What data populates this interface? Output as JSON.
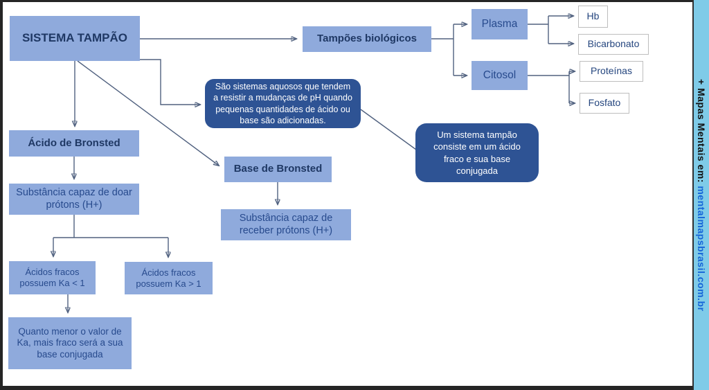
{
  "diagram": {
    "title": "SISTEMA TAMPÃO",
    "nodes": {
      "sistema_tampao": "SISTEMA TAMPÃO",
      "tampoes_biologicos": "Tampões biológicos",
      "plasma": "Plasma",
      "citosol": "Citosol",
      "hb": "Hb",
      "bicarbonato": "Bicarbonato",
      "proteinas": "Proteínas",
      "fosfato": "Fosfato",
      "definicao": "São sistemas aquosos que tendem a resistir a mudanças de pH quando pequenas quantidades de ácido ou base são adicionadas.",
      "composicao": "Um sistema tampão consiste em um ácido fraco e sua base conjugada",
      "acido_bronsted": "Ácido de Bronsted",
      "acido_def": "Substância capaz de doar prótons (H+)",
      "ka_menor": "Ácidos fracos possuem Ka < 1",
      "ka_maior": "Ácidos fracos possuem Ka > 1",
      "ka_nota": "Quanto menor o valor de Ka, mais fraco será a sua base conjugada",
      "base_bronsted": "Base de Bronsted",
      "base_def": "Substância capaz de receber prótons (H+)"
    },
    "colors": {
      "node_fill": "#8FAADC",
      "node_header_text": "#1F3864",
      "node_body_text": "#274A8D",
      "callout_fill": "#2E5394",
      "callout_text": "#FFFFFF",
      "connector": "#50617F",
      "leaf_box_border": "#BDBDBD",
      "sidebar_fill": "#7FCBE8",
      "sidebar_text": "#111111",
      "sidebar_link": "#1565D9",
      "frame_border": "#252525"
    }
  },
  "sidebar": {
    "prefix": "+ Mapas Mentais em: ",
    "link": "mentalmapsbrasil.com.br"
  }
}
